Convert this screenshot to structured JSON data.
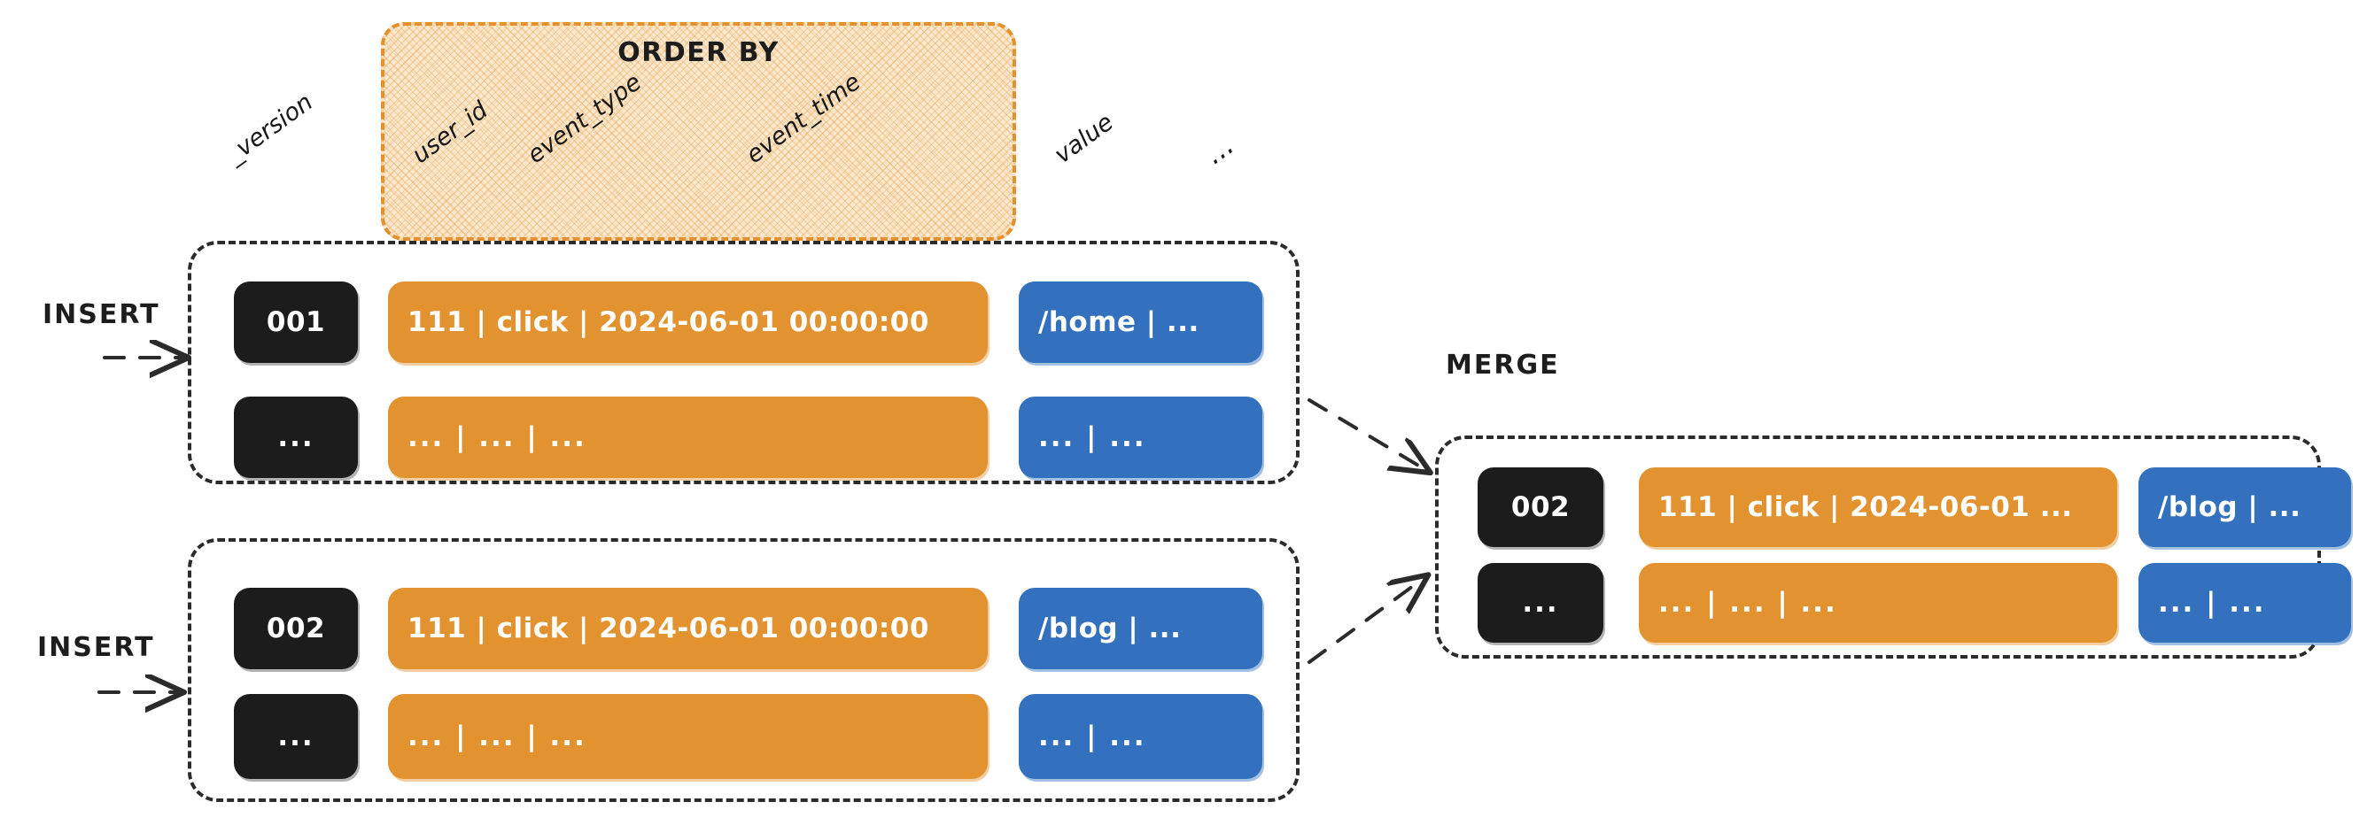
{
  "diagram": {
    "title": "ClickHouse MergeTree ORDER BY and MERGE illustration",
    "order_by_label": "ORDER BY",
    "merge_label": "MERGE",
    "insert_label": "INSERT",
    "colors": {
      "order_key": "#e2922f",
      "value": "#3370be",
      "version": "#1c1c1c",
      "order_by_border": "#e4902c",
      "order_by_fill": "#fbe8ce",
      "block_border": "#2b2b2b",
      "text_dark": "#1d1d1d",
      "text_light": "#ffffff",
      "background": "#ffffff"
    }
  },
  "columns": [
    {
      "name": "_version",
      "label": "_version",
      "group": "version"
    },
    {
      "name": "user_id",
      "label": "user_id",
      "group": "order_by"
    },
    {
      "name": "event_type",
      "label": "event_type",
      "group": "order_by"
    },
    {
      "name": "event_time",
      "label": "event_time",
      "group": "order_by"
    },
    {
      "name": "value",
      "label": "value",
      "group": "other"
    },
    {
      "name": "ellipsis",
      "label": "...",
      "group": "other"
    }
  ],
  "parts": [
    {
      "id": "part-001",
      "operation": "INSERT",
      "arrow_label": "INSERT",
      "rows": [
        {
          "version": "001",
          "order_key": "111  |  click  | 2024-06-01 00:00:00",
          "value": "/home  | ..."
        },
        {
          "version": "...",
          "order_key": "...  |  ...     | ...",
          "value": "...     | ..."
        }
      ]
    },
    {
      "id": "part-002",
      "operation": "INSERT",
      "arrow_label": "INSERT",
      "rows": [
        {
          "version": "002",
          "order_key": "111  |  click  | 2024-06-01 00:00:00",
          "value": "/blog  | ..."
        },
        {
          "version": "...",
          "order_key": "...  |  ...     | ...",
          "value": "...     | ..."
        }
      ]
    }
  ],
  "merged_part": {
    "id": "part-merged",
    "operation": "MERGE",
    "label": "MERGE",
    "rows": [
      {
        "version": "002",
        "order_key": "111  |  click  | 2024-06-01 ...",
        "value": "/blog  | ..."
      },
      {
        "version": "...",
        "order_key": "...  |  ...     | ...",
        "value": "...     | ..."
      }
    ]
  }
}
